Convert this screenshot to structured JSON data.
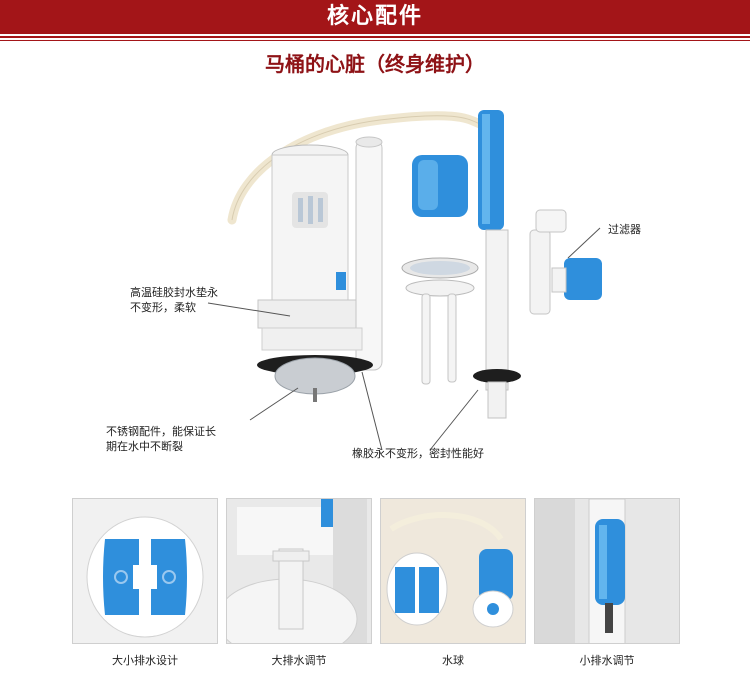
{
  "header": {
    "title": "核心配件"
  },
  "subtitle": "马桶的心脏（终身维护）",
  "callouts": {
    "gasket": [
      "高温硅胶封水垫永",
      "不变形，柔软"
    ],
    "steel": [
      "不锈钢配件，能保证长",
      "期在水中不断裂"
    ],
    "rubber": "橡胶永不变形，密封性能好",
    "filter": "过滤器"
  },
  "thumbnails": [
    {
      "caption": "大小排水设计",
      "icon": "dual-flush-button"
    },
    {
      "caption": "大排水调节",
      "icon": "large-flush-adjust"
    },
    {
      "caption": "水球",
      "icon": "float-ball"
    },
    {
      "caption": "小排水调节",
      "icon": "small-flush-adjust"
    }
  ],
  "colors": {
    "brand_red": "#a31518",
    "accent_blue": "#2f8fdc"
  }
}
